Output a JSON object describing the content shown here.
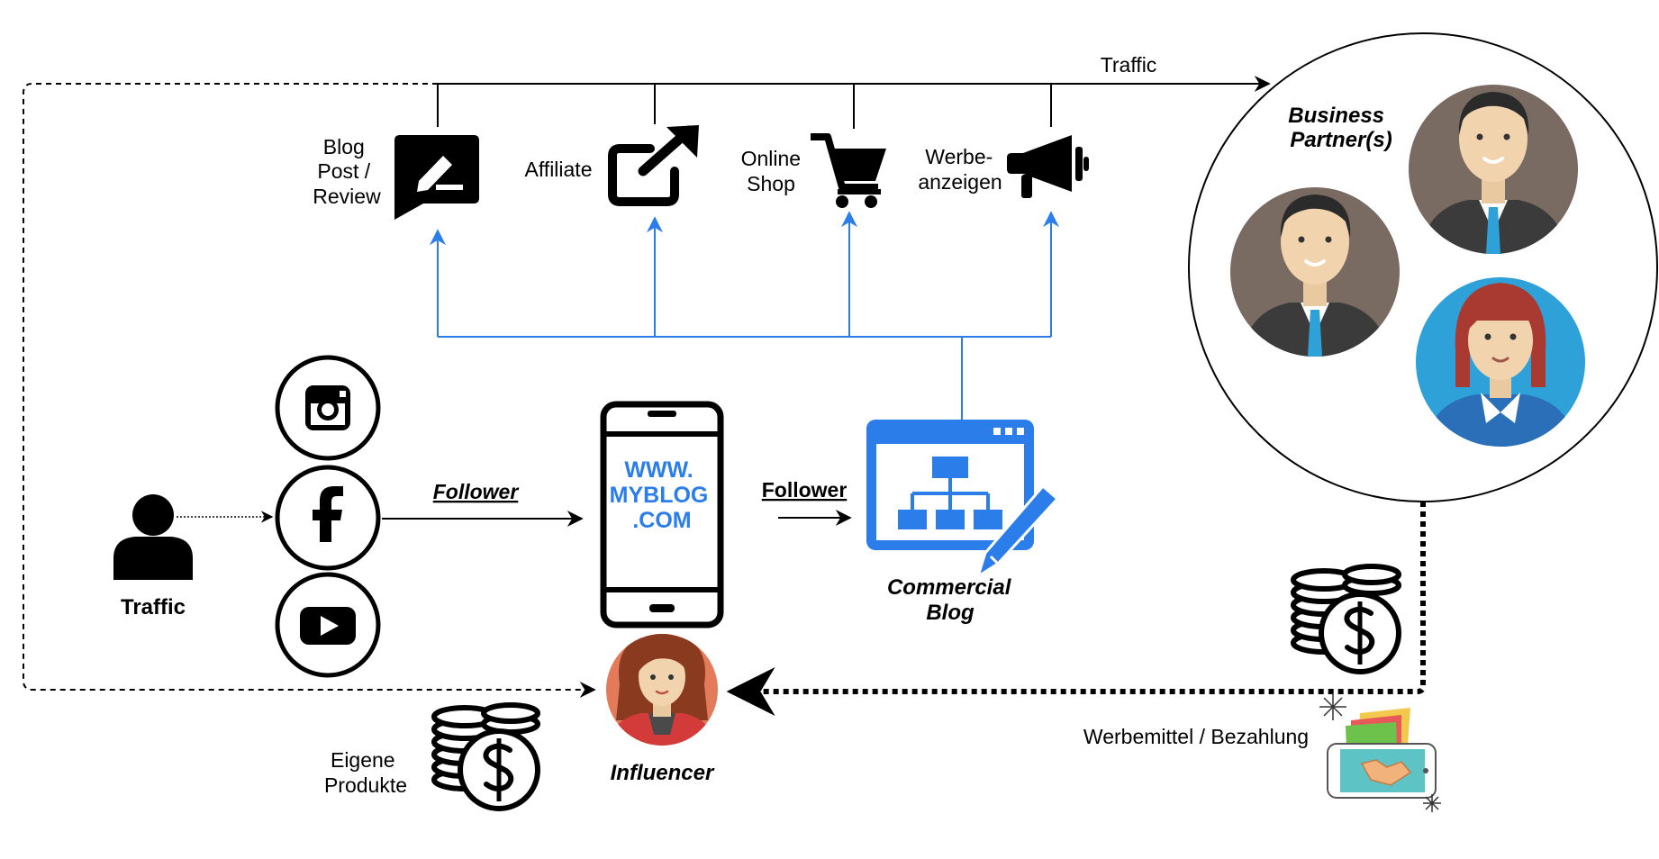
{
  "labels": {
    "traffic_top": "Traffic",
    "blog_post": [
      "Blog",
      "Post /",
      "Review"
    ],
    "affiliate": "Affiliate",
    "online_shop": [
      "Online",
      "Shop"
    ],
    "werbeanzeigen": [
      "Werbe-",
      "anzeigen"
    ],
    "business_partners": [
      "Business",
      "Partner(s)"
    ],
    "follower_left": "Follower",
    "follower_right": "Follower",
    "phone_url": [
      "WWW.",
      "MYBLOG",
      ".COM"
    ],
    "commercial_blog": [
      "Commercial",
      "Blog"
    ],
    "traffic_person": "Traffic",
    "influencer": "Influencer",
    "eigene_produkte": [
      "Eigene",
      "Produkte"
    ],
    "werbemittel": "Werbemittel / Bezahlung"
  },
  "colors": {
    "blue": "#2b7de9",
    "black": "#000000",
    "business_bg": "#7a6b62",
    "woman_bg": "#2ea1d9",
    "influencer_bg": "#e37b5a"
  },
  "icons": {
    "blog_post": "edit-comment-icon",
    "affiliate": "external-link-icon",
    "online_shop": "shopping-cart-icon",
    "werbeanzeigen": "megaphone-icon",
    "instagram": "instagram-icon",
    "facebook": "facebook-icon",
    "youtube": "youtube-icon",
    "phone": "smartphone-icon",
    "commercial_blog": "sitemap-browser-icon",
    "coins": "coins-dollar-icon",
    "payment": "handshake-phone-icon"
  }
}
